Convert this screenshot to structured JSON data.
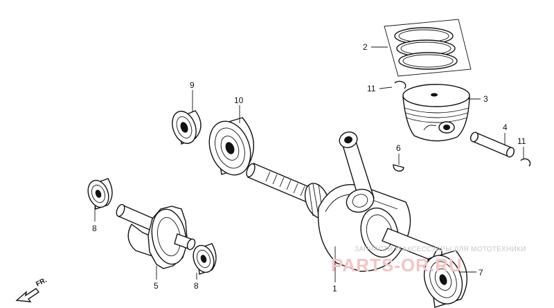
{
  "callouts": {
    "c1": "1",
    "c2": "2",
    "c3": "3",
    "c4": "4",
    "c5": "5",
    "c6": "6",
    "c7": "7",
    "c8a": "8",
    "c8b": "8",
    "c9": "9",
    "c10": "10",
    "c11a": "11",
    "c11b": "11"
  },
  "direction_label": "FR.",
  "watermark": {
    "tagline": "ЗАПЧАСТИ И АКСЕССУАРЫ ДЛЯ МОТОТЕХНИКИ",
    "site": "PARTS-OR.RU"
  }
}
